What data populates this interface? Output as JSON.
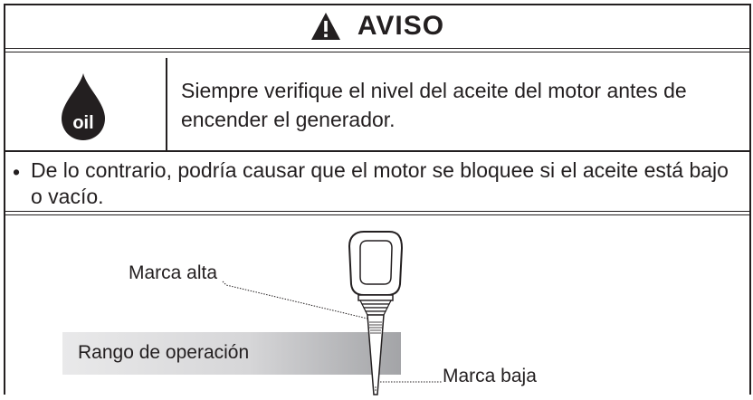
{
  "notice": {
    "header": {
      "title": "AVISO",
      "icon": "warning-triangle-icon"
    },
    "oil_icon": {
      "icon": "oil-drop-icon",
      "text": "oil"
    },
    "message": "Siempre verifique el nivel del aceite del motor antes de encender el generador.",
    "bullet_symbol": "•",
    "bullet_text": "De lo contrario, podría causar que el motor se bloquee si el aceite está bajo o vacío."
  },
  "figure": {
    "high_mark_label": "Marca alta",
    "range_label": "Rango de operación",
    "low_mark_label": "Marca baja",
    "dipstick_icon": "dipstick-icon"
  },
  "colors": {
    "ink": "#231f20",
    "range_gradient_start": "#e9e9ea",
    "range_gradient_end": "#a3a4a7"
  }
}
